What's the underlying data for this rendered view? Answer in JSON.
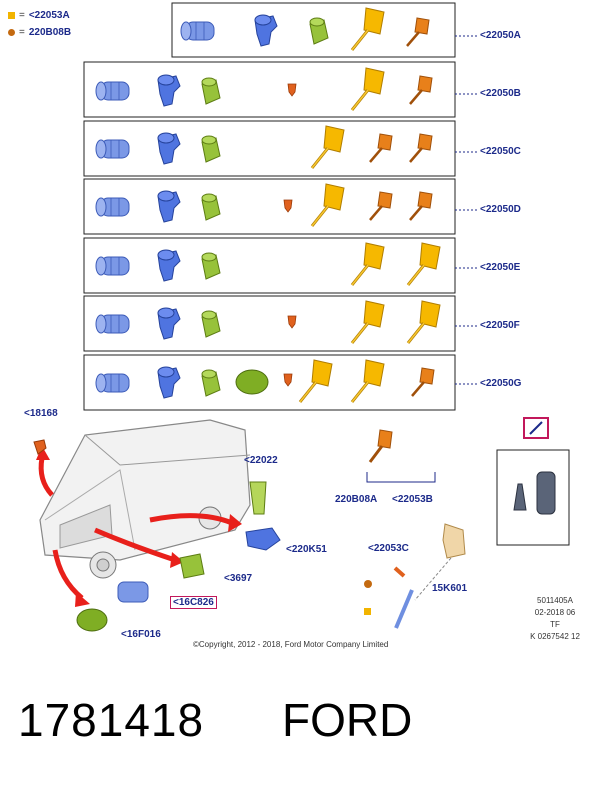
{
  "legend": {
    "square_code": "<22053A",
    "circle_code": "220B08B",
    "equals": "="
  },
  "rows": [
    {
      "label": "<22050A"
    },
    {
      "label": "<22050B"
    },
    {
      "label": "<22050C"
    },
    {
      "label": "<22050D"
    },
    {
      "label": "<22050E"
    },
    {
      "label": "<22050F"
    },
    {
      "label": "<22050G"
    }
  ],
  "callouts": {
    "c18168": "<18168",
    "c22022": "<22022",
    "c220k51": "<220K51",
    "c3697": "<3697",
    "c16c826": "<16C826",
    "c16f016": "<16F016",
    "c220b08a": "220B08A",
    "c22053b": "<22053B",
    "c22053c": "<22053C",
    "c15k601": "15K601"
  },
  "copyright": "©Copyright, 2012 - 2018, Ford Motor Company Limited",
  "reference": {
    "line1": "5011405A",
    "line2": "02-2018 06",
    "line3": "TF",
    "line4": "K 0267542 12"
  },
  "footer": {
    "part_number": "1781418",
    "brand": "FORD"
  },
  "colors": {
    "label": "#1c2a8a",
    "key_yellow": "#f2b400",
    "key_orange": "#e07a10",
    "cylinder_blue": "#6f8fe0",
    "cylinder_green": "#8db82a",
    "arrow_red": "#e8201b",
    "highlight_magenta": "#c2185b"
  }
}
